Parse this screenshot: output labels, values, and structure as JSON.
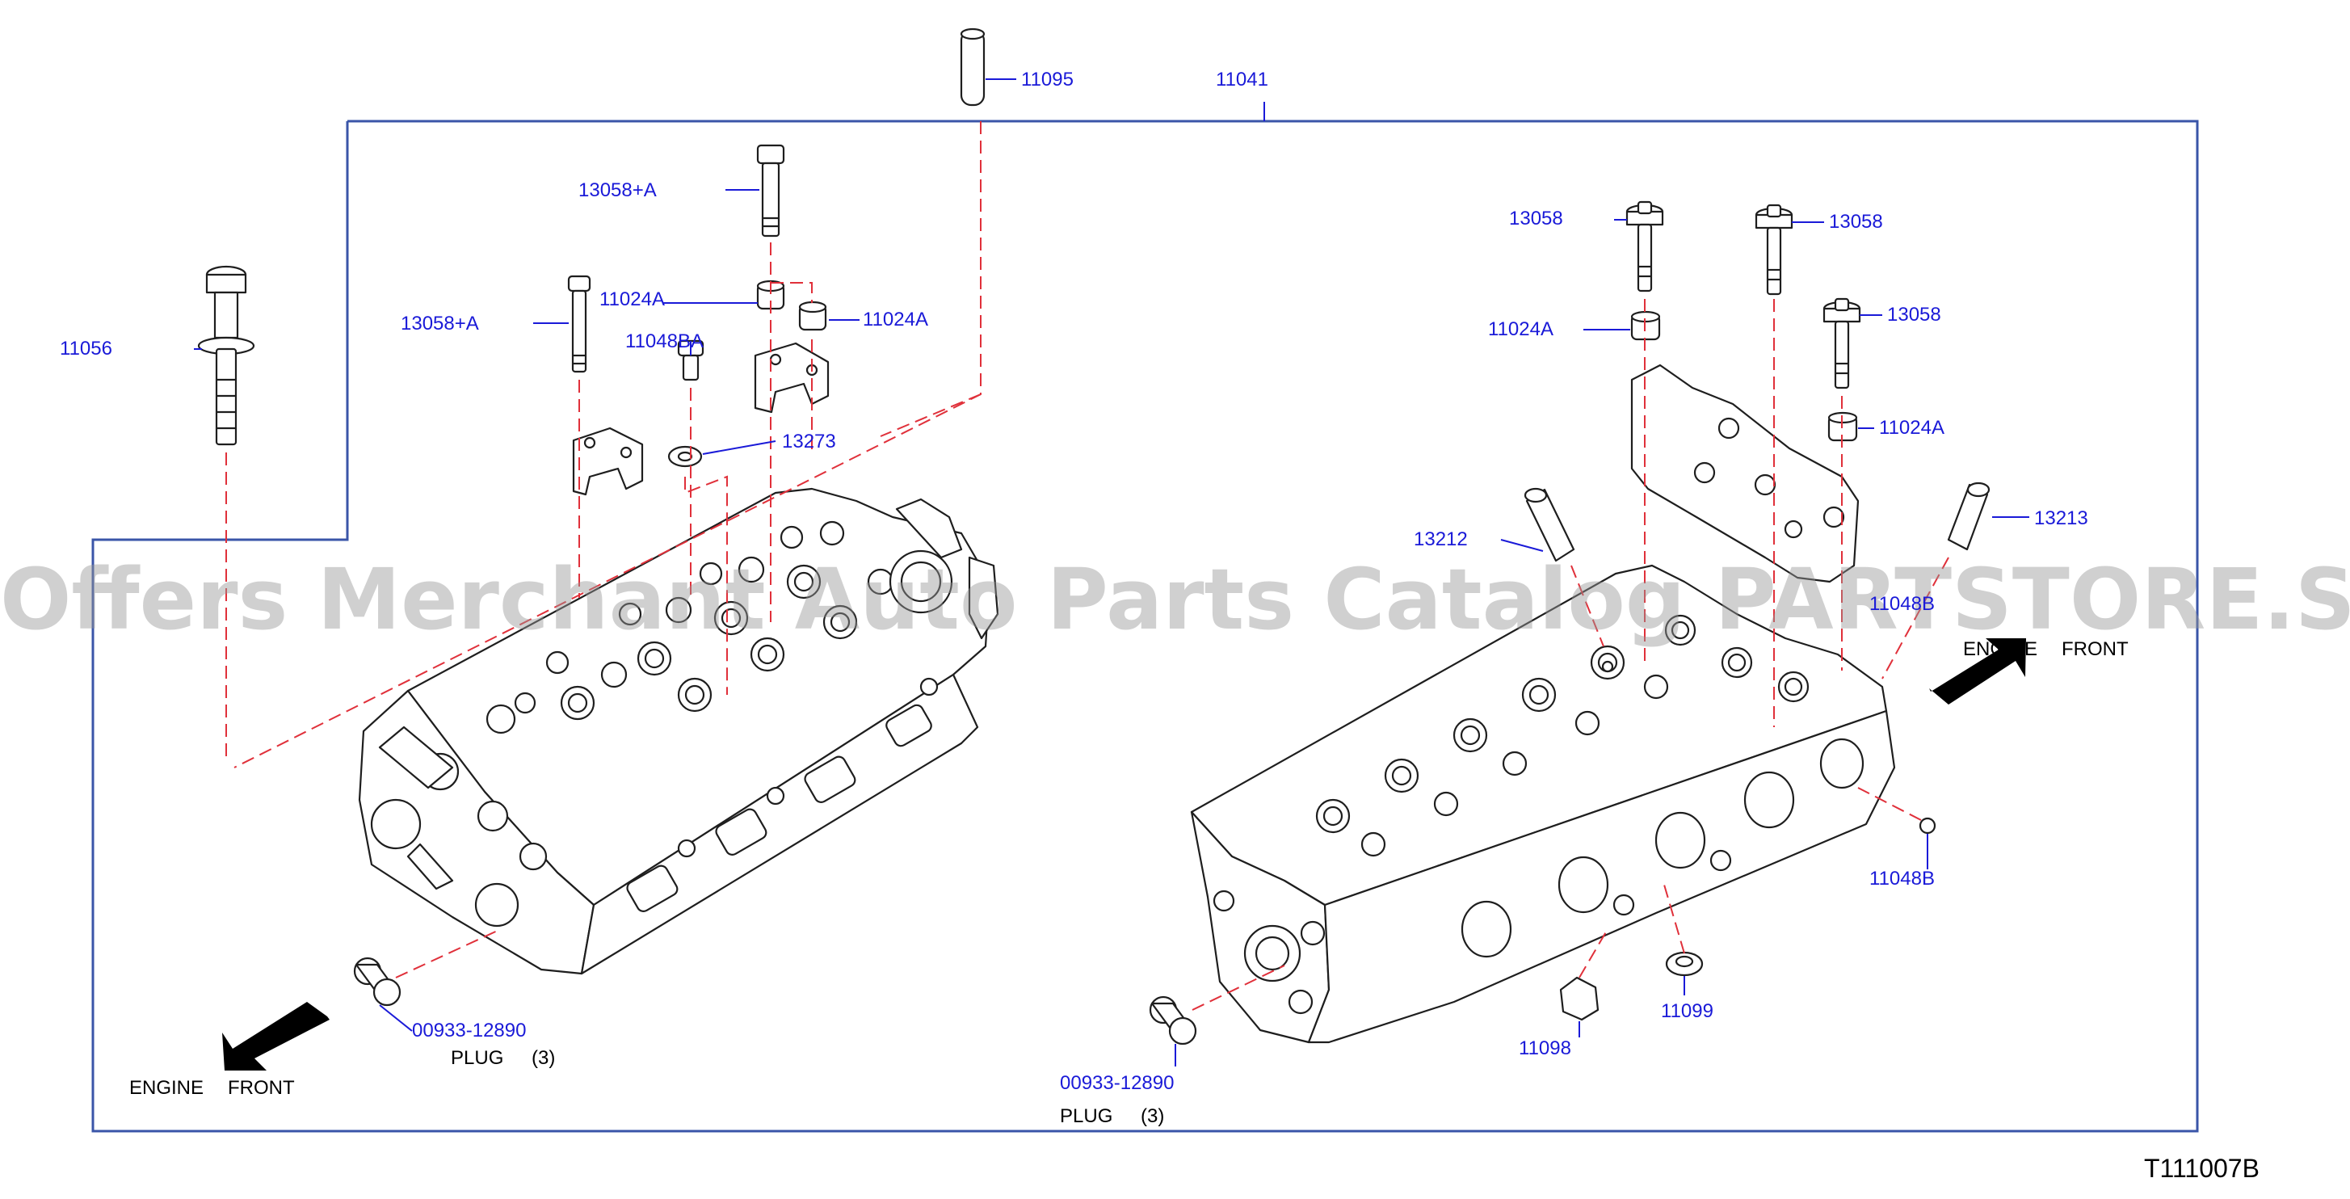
{
  "diagram": {
    "parts": {
      "p11041": "11041",
      "p11095": "11095",
      "p13058A_top": "13058+A",
      "p13058A_mid": "13058+A",
      "p11024A_l1": "11024A",
      "p11024A_l2": "11024A",
      "p11048BA": "11048BA",
      "p11056": "11056",
      "p13273": "13273",
      "p13058_r1": "13058",
      "p13058_r2": "13058",
      "p13058_r3": "13058",
      "p11024A_r1": "11024A",
      "p11024A_r2": "11024A",
      "p13212": "13212",
      "p13213": "13213",
      "p11048B_hidden": "11048B",
      "p11048B": "11048B",
      "p11099": "11099",
      "p11098": "11098",
      "p00933_left": "00933-12890",
      "p00933_right": "00933-12890"
    },
    "notes": {
      "plug_left": "PLUG",
      "plug_left_qty": "(3)",
      "plug_right": "PLUG",
      "plug_right_qty": "(3)"
    },
    "engine_front_left": {
      "engine": "ENGINE",
      "front": "FRONT"
    },
    "engine_front_right": {
      "engine": "ENGINE",
      "front": "FRONT"
    },
    "figure_code": "T111007B",
    "watermark": "Offers Merchant Auto Parts Catalog PARTSTORE.SA",
    "colors": {
      "label": "#1a1ad8",
      "leader": "#1a1ad8",
      "dash": "#e0303a",
      "line": "#1e1e1e"
    }
  }
}
